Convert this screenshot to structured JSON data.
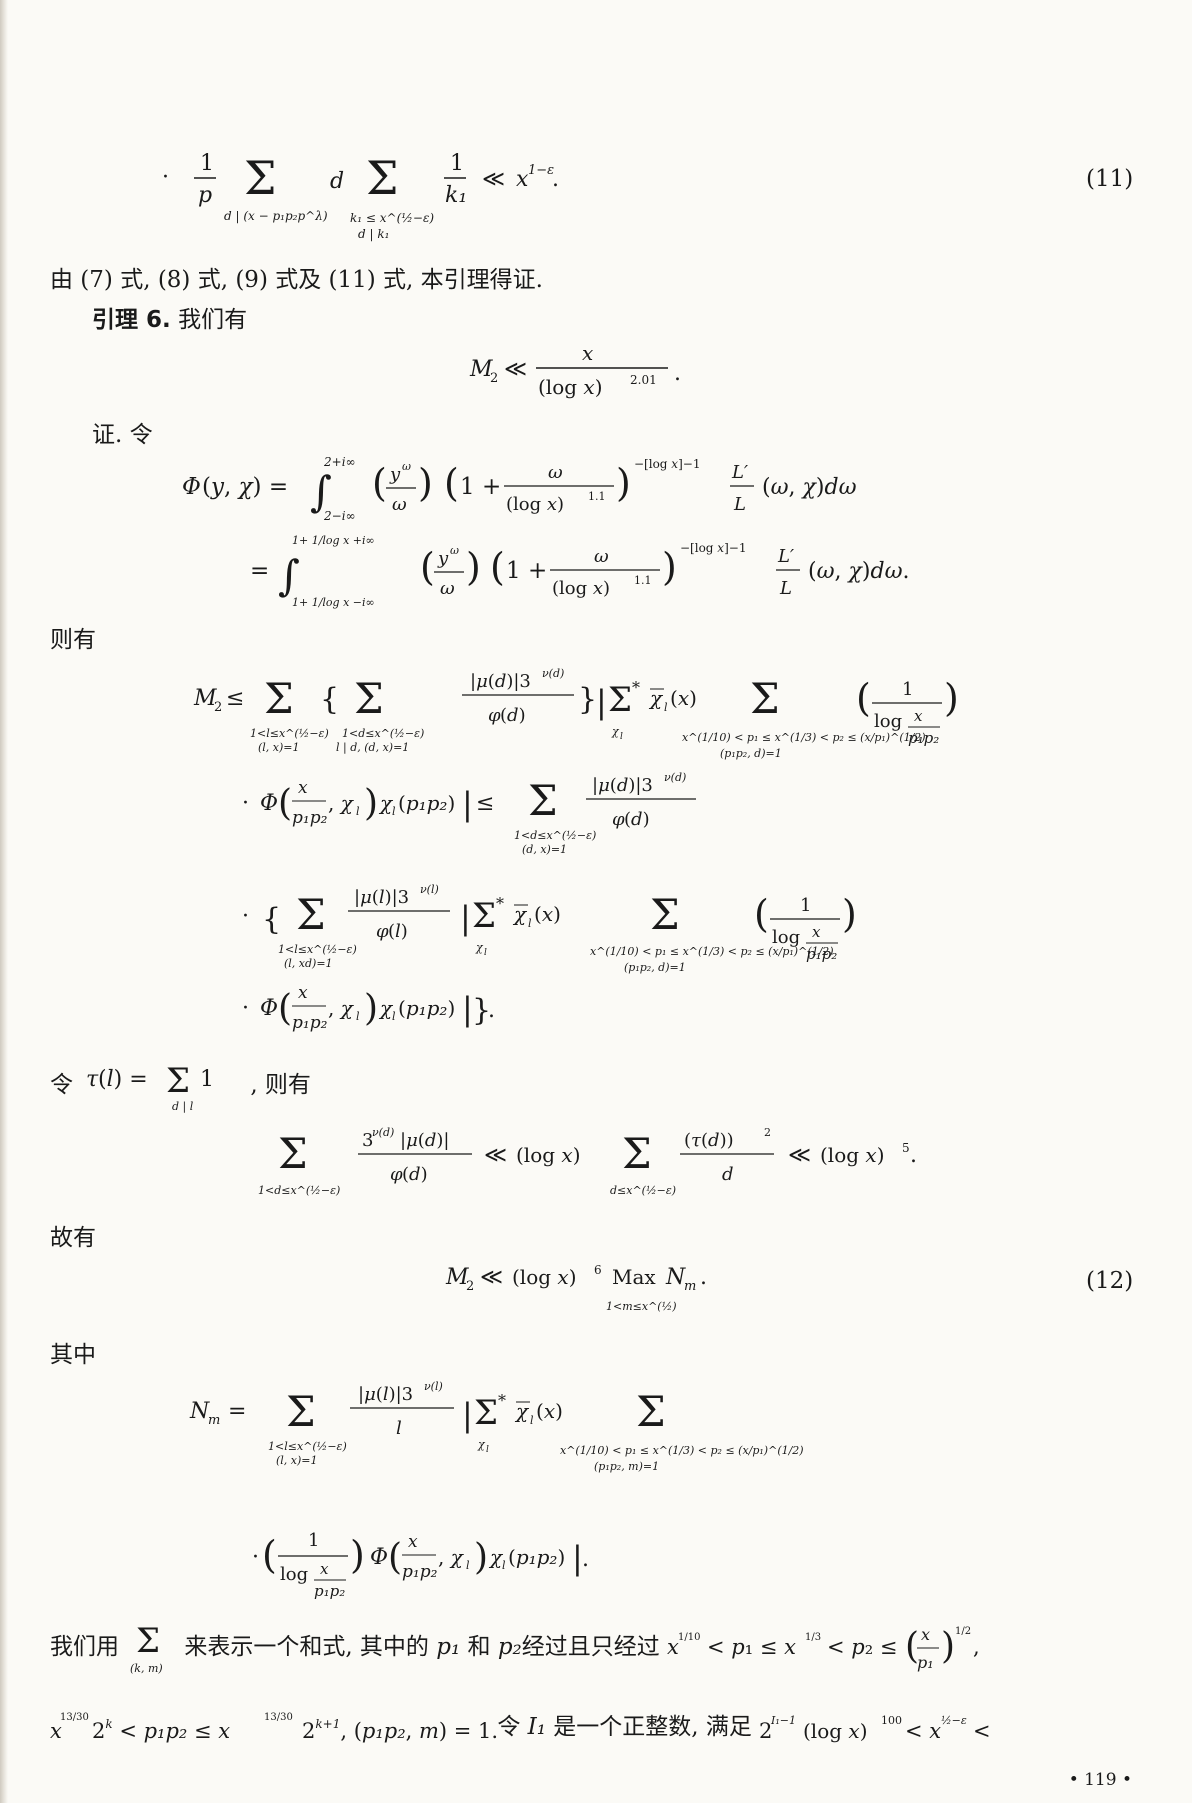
{
  "equation_numbers": {
    "eq11": "(11)",
    "eq12": "(12)"
  },
  "text": {
    "proof_of_lemma5_end": "由 (7) 式, (8) 式, (9) 式及 (11) 式, 本引理得证.",
    "lemma6_title": "引理 6.",
    "lemma6_statement": "我们有",
    "proof_start": "证. 令",
    "then_have": "则有",
    "tau_def_prefix": "令",
    "tau_def_suffix": ", 则有",
    "hence_have": "故有",
    "where": "其中",
    "sum_notation_intro": "我们用",
    "sum_notation_mid": "来表示一个和式, 其中的",
    "and": "和",
    "pass_through": "经过且只经过",
    "let_I1": "令",
    "is_positive_integer": "是一个正整数, 满足"
  },
  "math": {
    "p1": "p₁",
    "p2": "p₂",
    "I1": "I₁",
    "sum_sub_km": "(k, m)"
  },
  "page_number": "• 119 •"
}
